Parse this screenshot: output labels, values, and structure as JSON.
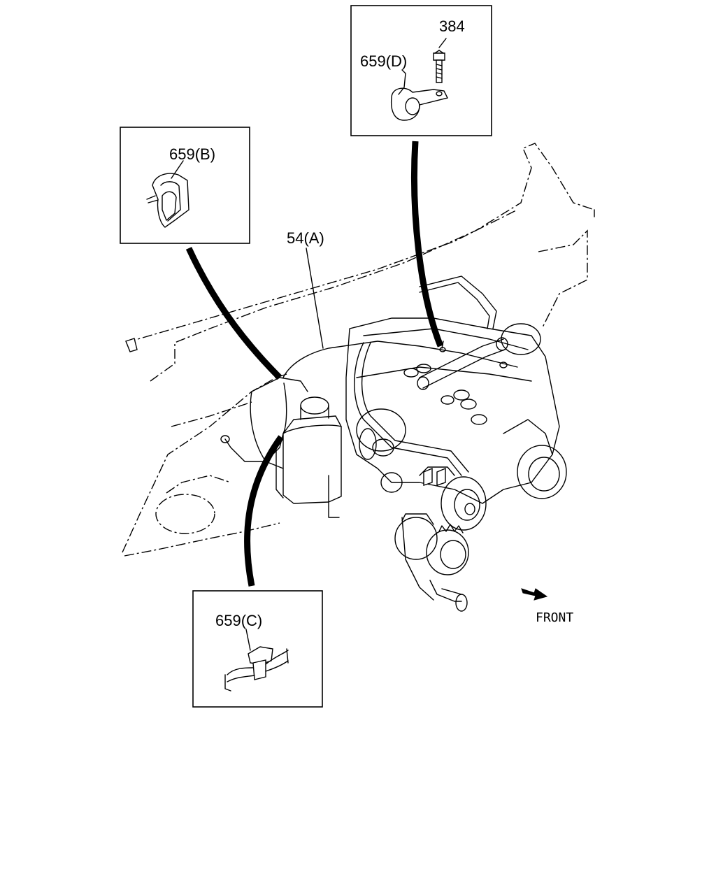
{
  "labels": {
    "callout_384": "384",
    "callout_659d": "659(D)",
    "callout_659b": "659(B)",
    "callout_54a": "54(A)",
    "callout_659c": "659(C)",
    "front": "FRONT"
  },
  "colors": {
    "line": "#000000",
    "background": "#ffffff"
  }
}
